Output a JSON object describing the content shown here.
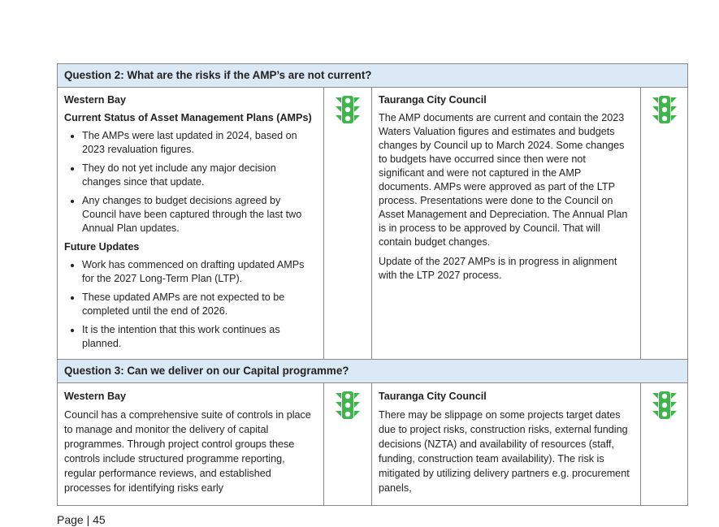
{
  "q2": {
    "title": "Question 2: What are the risks if the AMP’s are not current?",
    "left": {
      "org": "Western Bay",
      "heading1": "Current Status of Asset Management Plans (AMPs)",
      "bullets1": [
        "The AMPs were last updated in 2024, based on 2023 revaluation figures.",
        "They do not yet include any major decision changes since that update.",
        "Any changes to budget decisions agreed by Council have been captured through the last two Annual Plan updates."
      ],
      "heading2": "Future Updates",
      "bullets2": [
        "Work has commenced on drafting updated AMPs for the 2027 Long-Term Plan (LTP).",
        "These updated AMPs are not expected to be completed until the end of 2026.",
        "It is the intention that this work continues as planned."
      ]
    },
    "right": {
      "org": "Tauranga City Council",
      "para1": "The AMP documents are current and contain the 2023 Waters Valuation figures and estimates and budgets changes by Council up to March 2024. Some changes to budgets have occurred since then were not significant and were not captured in the AMP documents. AMPs were approved as part of the LTP process. Presentations were done to the Council on Asset Management and Depreciation. The Annual Plan is in process to be approved by Council. That will contain budget changes.",
      "para2": "Update of the 2027 AMPs is in progress in alignment with the LTP 2027 process."
    }
  },
  "q3": {
    "title": "Question 3: Can we deliver on our Capital programme?",
    "left": {
      "org": "Western Bay",
      "para": "Council has a comprehensive suite of controls in place to manage and monitor the delivery of capital programmes. Through project control groups these controls include structured programme reporting, regular performance reviews, and established processes for identifying risks early"
    },
    "right": {
      "org": "Tauranga City Council",
      "para": "There may be slippage on some projects target dates due to project risks, construction risks, external funding decisions (NZTA) and availability of resources (staff, funding, construction team availability). The risk is mitigated by utilizing delivery partners e.g. procurement panels,"
    }
  },
  "status_color": "#3db54a",
  "footer": {
    "page": "Page | 45"
  }
}
